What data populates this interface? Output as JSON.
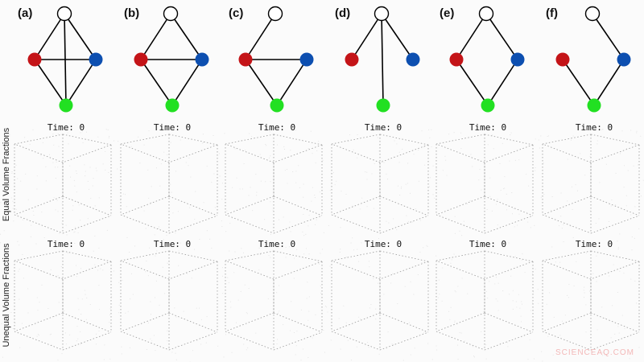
{
  "panels": [
    {
      "label": "(a)",
      "edges": [
        [
          "top",
          "red"
        ],
        [
          "top",
          "green"
        ],
        [
          "red",
          "blue"
        ],
        [
          "red",
          "green"
        ],
        [
          "blue",
          "green"
        ],
        [
          "top",
          "blue"
        ]
      ]
    },
    {
      "label": "(b)",
      "edges": [
        [
          "top",
          "red"
        ],
        [
          "top",
          "blue"
        ],
        [
          "red",
          "blue"
        ],
        [
          "red",
          "green"
        ],
        [
          "blue",
          "green"
        ]
      ]
    },
    {
      "label": "(c)",
      "edges": [
        [
          "top",
          "red"
        ],
        [
          "red",
          "blue"
        ],
        [
          "red",
          "green"
        ],
        [
          "blue",
          "green"
        ]
      ]
    },
    {
      "label": "(d)",
      "edges": [
        [
          "top",
          "red"
        ],
        [
          "top",
          "blue"
        ],
        [
          "top",
          "green"
        ]
      ]
    },
    {
      "label": "(e)",
      "edges": [
        [
          "top",
          "red"
        ],
        [
          "top",
          "blue"
        ],
        [
          "red",
          "green"
        ],
        [
          "blue",
          "green"
        ]
      ]
    },
    {
      "label": "(f)",
      "edges": [
        [
          "top",
          "blue"
        ],
        [
          "red",
          "green"
        ],
        [
          "blue",
          "green"
        ]
      ]
    }
  ],
  "node_colors": {
    "top": "#ffffff",
    "red": "#c41418",
    "blue": "#0d4fb0",
    "green": "#22e022"
  },
  "time_text": "Time: 0",
  "row_labels": [
    "Equal Volume Fractions",
    "Unequal Volume Fractions"
  ],
  "watermark": "SCIENCEAQ.COM"
}
